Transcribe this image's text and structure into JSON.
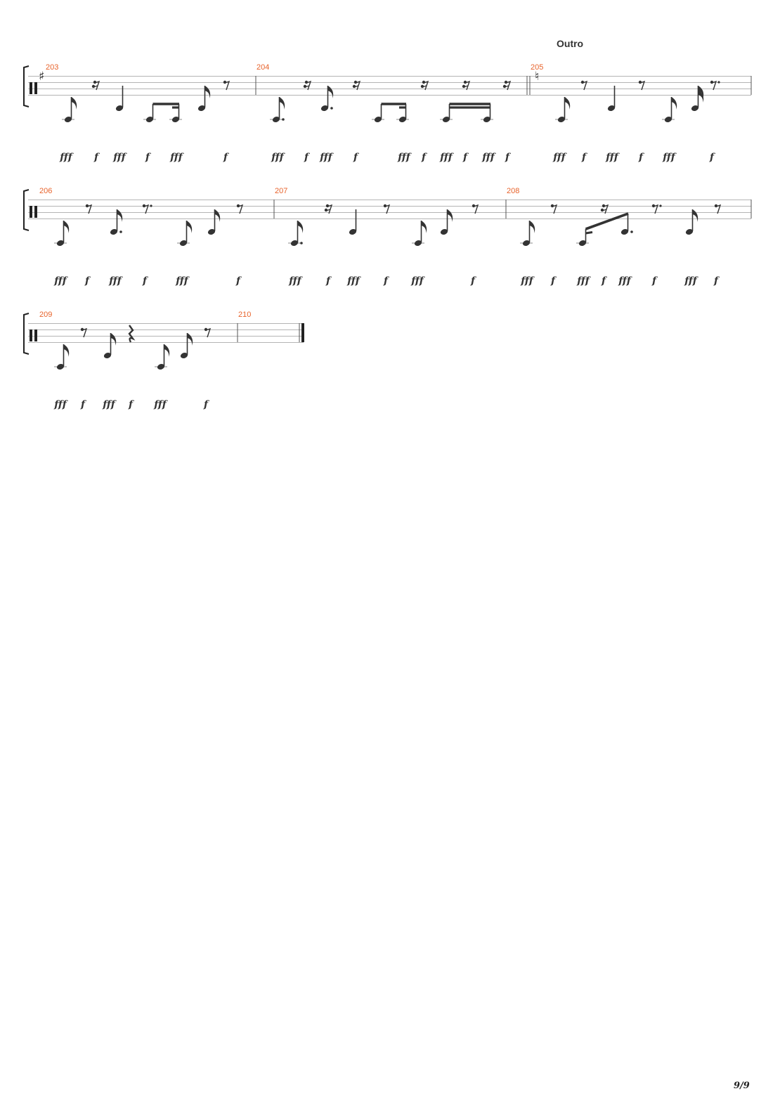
{
  "section_label": "Outro",
  "page_number": "9/9",
  "colors": {
    "measure_number": "#e8632b",
    "ink": "#333333",
    "staff_line": "#b4b4b4"
  },
  "systems": [
    {
      "measures": [
        {
          "number": "203",
          "start_symbol": "sharp",
          "notes": [
            [
              "eighth",
              1
            ],
            [
              "quarter",
              0
            ],
            [
              "beam8",
              0,
              0
            ],
            [
              "eighth",
              0
            ]
          ],
          "rests": [
            "sixteenth",
            "eighth"
          ],
          "dynamics": [
            "fff",
            "f",
            "fff",
            "f",
            "fff",
            "f"
          ]
        },
        {
          "number": "204",
          "notes": [
            [
              "eighth-dot",
              1
            ],
            [
              "eighth-dot",
              0
            ],
            [
              "beam8",
              0,
              0
            ],
            [
              "beam16",
              0,
              0
            ]
          ],
          "rests": [
            "sixteenth",
            "sixteenth",
            "sixteenth",
            "sixteenth",
            "sixteenth"
          ],
          "dynamics": [
            "fff",
            "f",
            "fff",
            "f",
            "fff",
            "f",
            "fff",
            "f",
            "fff",
            "f"
          ]
        },
        {
          "number": "205",
          "start_symbol": "natural",
          "notes": [
            [
              "eighth",
              1
            ],
            [
              "quarter",
              0
            ],
            [
              "eighth",
              1
            ],
            [
              "sixteenth",
              0
            ]
          ],
          "rests": [
            "eighth",
            "eighth",
            "eighth-dot"
          ],
          "dynamics": [
            "fff",
            "f",
            "fff",
            "f",
            "fff",
            "f"
          ]
        }
      ]
    },
    {
      "measures": [
        {
          "number": "206",
          "notes": [
            [
              "eighth",
              1
            ],
            [
              "eighth-dot",
              0
            ],
            [
              "eighth",
              1
            ],
            [
              "eighth",
              0
            ]
          ],
          "rests": [
            "eighth",
            "eighth-dot",
            "eighth"
          ],
          "dynamics": [
            "fff",
            "f",
            "fff",
            "f",
            "fff",
            "f"
          ]
        },
        {
          "number": "207",
          "notes": [
            [
              "eighth-dot",
              1
            ],
            [
              "quarter",
              0
            ],
            [
              "eighth",
              1
            ],
            [
              "eighth",
              0
            ]
          ],
          "rests": [
            "sixteenth",
            "eighth",
            "eighth"
          ],
          "dynamics": [
            "fff",
            "f",
            "fff",
            "f",
            "fff",
            "f"
          ]
        },
        {
          "number": "208",
          "notes": [
            [
              "eighth",
              1
            ],
            [
              "beam-mixed",
              0,
              1
            ],
            [
              "eighth",
              0
            ]
          ],
          "rests": [
            "eighth",
            "sixteenth",
            "eighth-dot",
            "eighth"
          ],
          "dynamics": [
            "fff",
            "f",
            "fff",
            "f",
            "fff",
            "f",
            "fff",
            "f"
          ]
        }
      ]
    },
    {
      "measures": [
        {
          "number": "209",
          "notes": [
            [
              "eighth",
              1
            ],
            [
              "eighth",
              0
            ],
            [
              "eighth",
              1
            ],
            [
              "eighth",
              0
            ]
          ],
          "rests": [
            "eighth",
            "quarter",
            "eighth"
          ],
          "dynamics": [
            "fff",
            "f",
            "fff",
            "f",
            "fff",
            "f"
          ]
        },
        {
          "number": "210",
          "final": true,
          "notes": [],
          "rests": [],
          "dynamics": []
        }
      ]
    }
  ]
}
